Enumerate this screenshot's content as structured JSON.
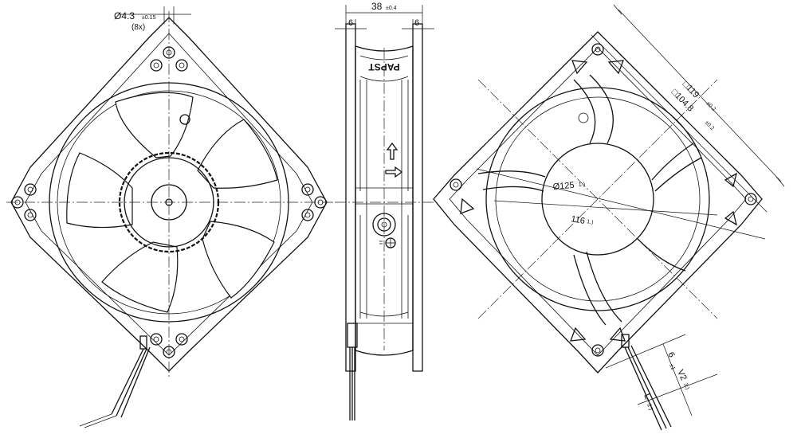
{
  "front_view": {
    "hole_diameter": "Ø4.3",
    "hole_tolerance": "±0.15",
    "hole_count": "(8x)"
  },
  "side_view": {
    "depth": "38",
    "depth_tolerance": "±0.4",
    "flange_left": "6",
    "flange_right": "6",
    "brand": "PAPST"
  },
  "rear_view": {
    "outer_size": "□119",
    "outer_size_tol": "±0.2",
    "hole_pitch": "□104.8",
    "hole_pitch_tol": "±0.2",
    "venturi_diameter": "Ø125",
    "venturi_note": "1.)",
    "rim_diameter": "116",
    "rim_note": "1.)",
    "lead_offset": "6",
    "lead_offset_tol": "±1",
    "lead_v": "V2",
    "lead_v_note": "3.)",
    "lead_length": "L",
    "lead_length_note": "2.)"
  },
  "colors": {
    "line": "#111111",
    "background": "#ffffff"
  }
}
